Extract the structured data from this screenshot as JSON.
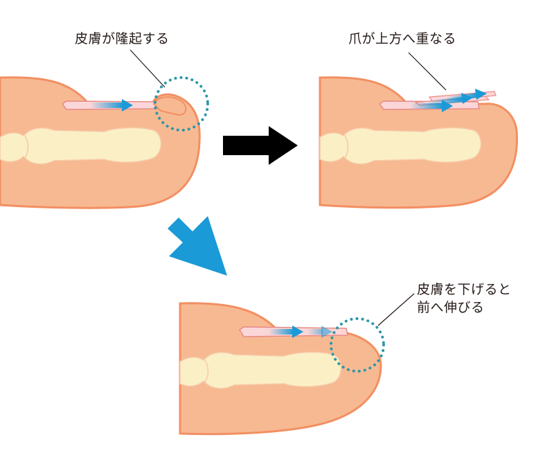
{
  "labels": {
    "skin_raised": "皮膚が隆起する",
    "nail_overlaps": "爪が上方へ重なる",
    "skin_lowered_line1": "皮膚を下げると",
    "skin_lowered_line2": "前へ伸びる"
  },
  "colors": {
    "skin_fill": "#f7b992",
    "skin_outline": "#f28f62",
    "bone_fill": "#fbefc6",
    "nail_fill": "#fbd6d8",
    "nail_outline": "#e88a86",
    "flow_arrow": "#1a9ad6",
    "dotted_circle": "#2a97a6",
    "transition_arrow_black": "#000000",
    "transition_arrow_blue": "#1a9ad6",
    "text": "#231815"
  },
  "icons": {
    "black_arrow": "right-arrow-icon",
    "blue_arrow": "down-right-arrow-icon"
  }
}
